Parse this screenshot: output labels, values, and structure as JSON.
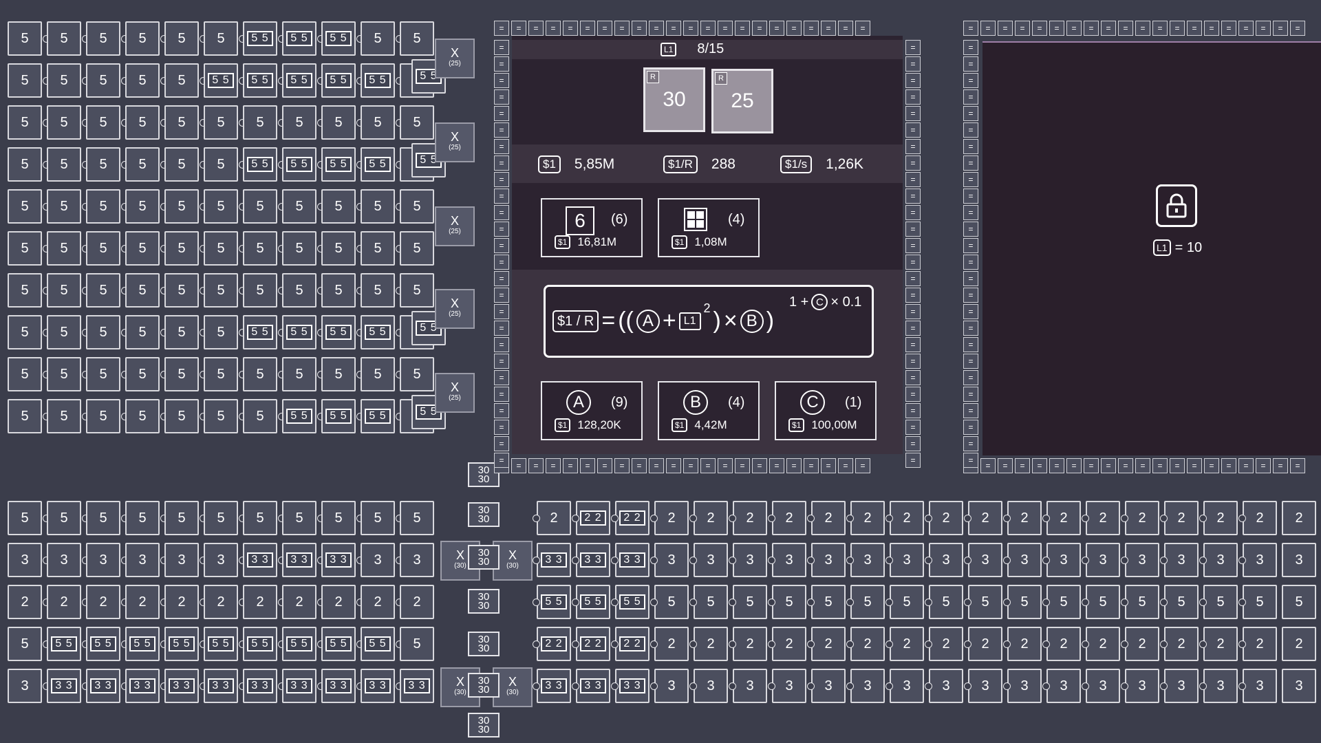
{
  "top_panel": {
    "level_badge": "L1",
    "level_progress": "8/15",
    "recent_cards": [
      {
        "badge": "R",
        "value": "30"
      },
      {
        "badge": "R",
        "value": "25"
      }
    ],
    "stats": [
      {
        "tag": "$1",
        "value": "5,85M"
      },
      {
        "tag": "$1/R",
        "value": "288"
      },
      {
        "tag": "$1/s",
        "value": "1,26K"
      }
    ],
    "main_upgrades": [
      {
        "id": "dice",
        "icon": "6",
        "level": "(6)",
        "cost_tag": "$1",
        "cost": "16,81M"
      },
      {
        "id": "grid",
        "icon": "grid-icon",
        "level": "(4)",
        "cost_tag": "$1",
        "cost": "1,08M"
      }
    ],
    "formula": {
      "lhs": "$1 / R",
      "eq": "=",
      "open": "((",
      "a": "A",
      "plus": "+",
      "l1": "L1",
      "sq": "2",
      "close": ")",
      "times": "×",
      "b": "B",
      "close2": ")",
      "exp_one": "1 +",
      "exp_c": "C",
      "exp_mul": "× 0.1"
    },
    "var_upgrades": [
      {
        "id": "A",
        "level": "(9)",
        "cost_tag": "$1",
        "cost": "128,20K"
      },
      {
        "id": "B",
        "level": "(4)",
        "cost_tag": "$1",
        "cost": "4,42M"
      },
      {
        "id": "C",
        "level": "(1)",
        "cost_tag": "$1",
        "cost": "100,00M"
      }
    ]
  },
  "locked_panel": {
    "icon": "lock-icon",
    "requirement_badge": "L1",
    "requirement_text": "= 10"
  },
  "board": {
    "multiplier_label": "X",
    "multiplier_top": "(25)",
    "multiplier_bottom": "(30)",
    "connector_value": "30"
  },
  "colors": {
    "background": "#3b3d4b",
    "cell": "#4b4e5e",
    "panel": "#2c2330",
    "panel_band": "#3c3340",
    "card": "#9a939e"
  }
}
